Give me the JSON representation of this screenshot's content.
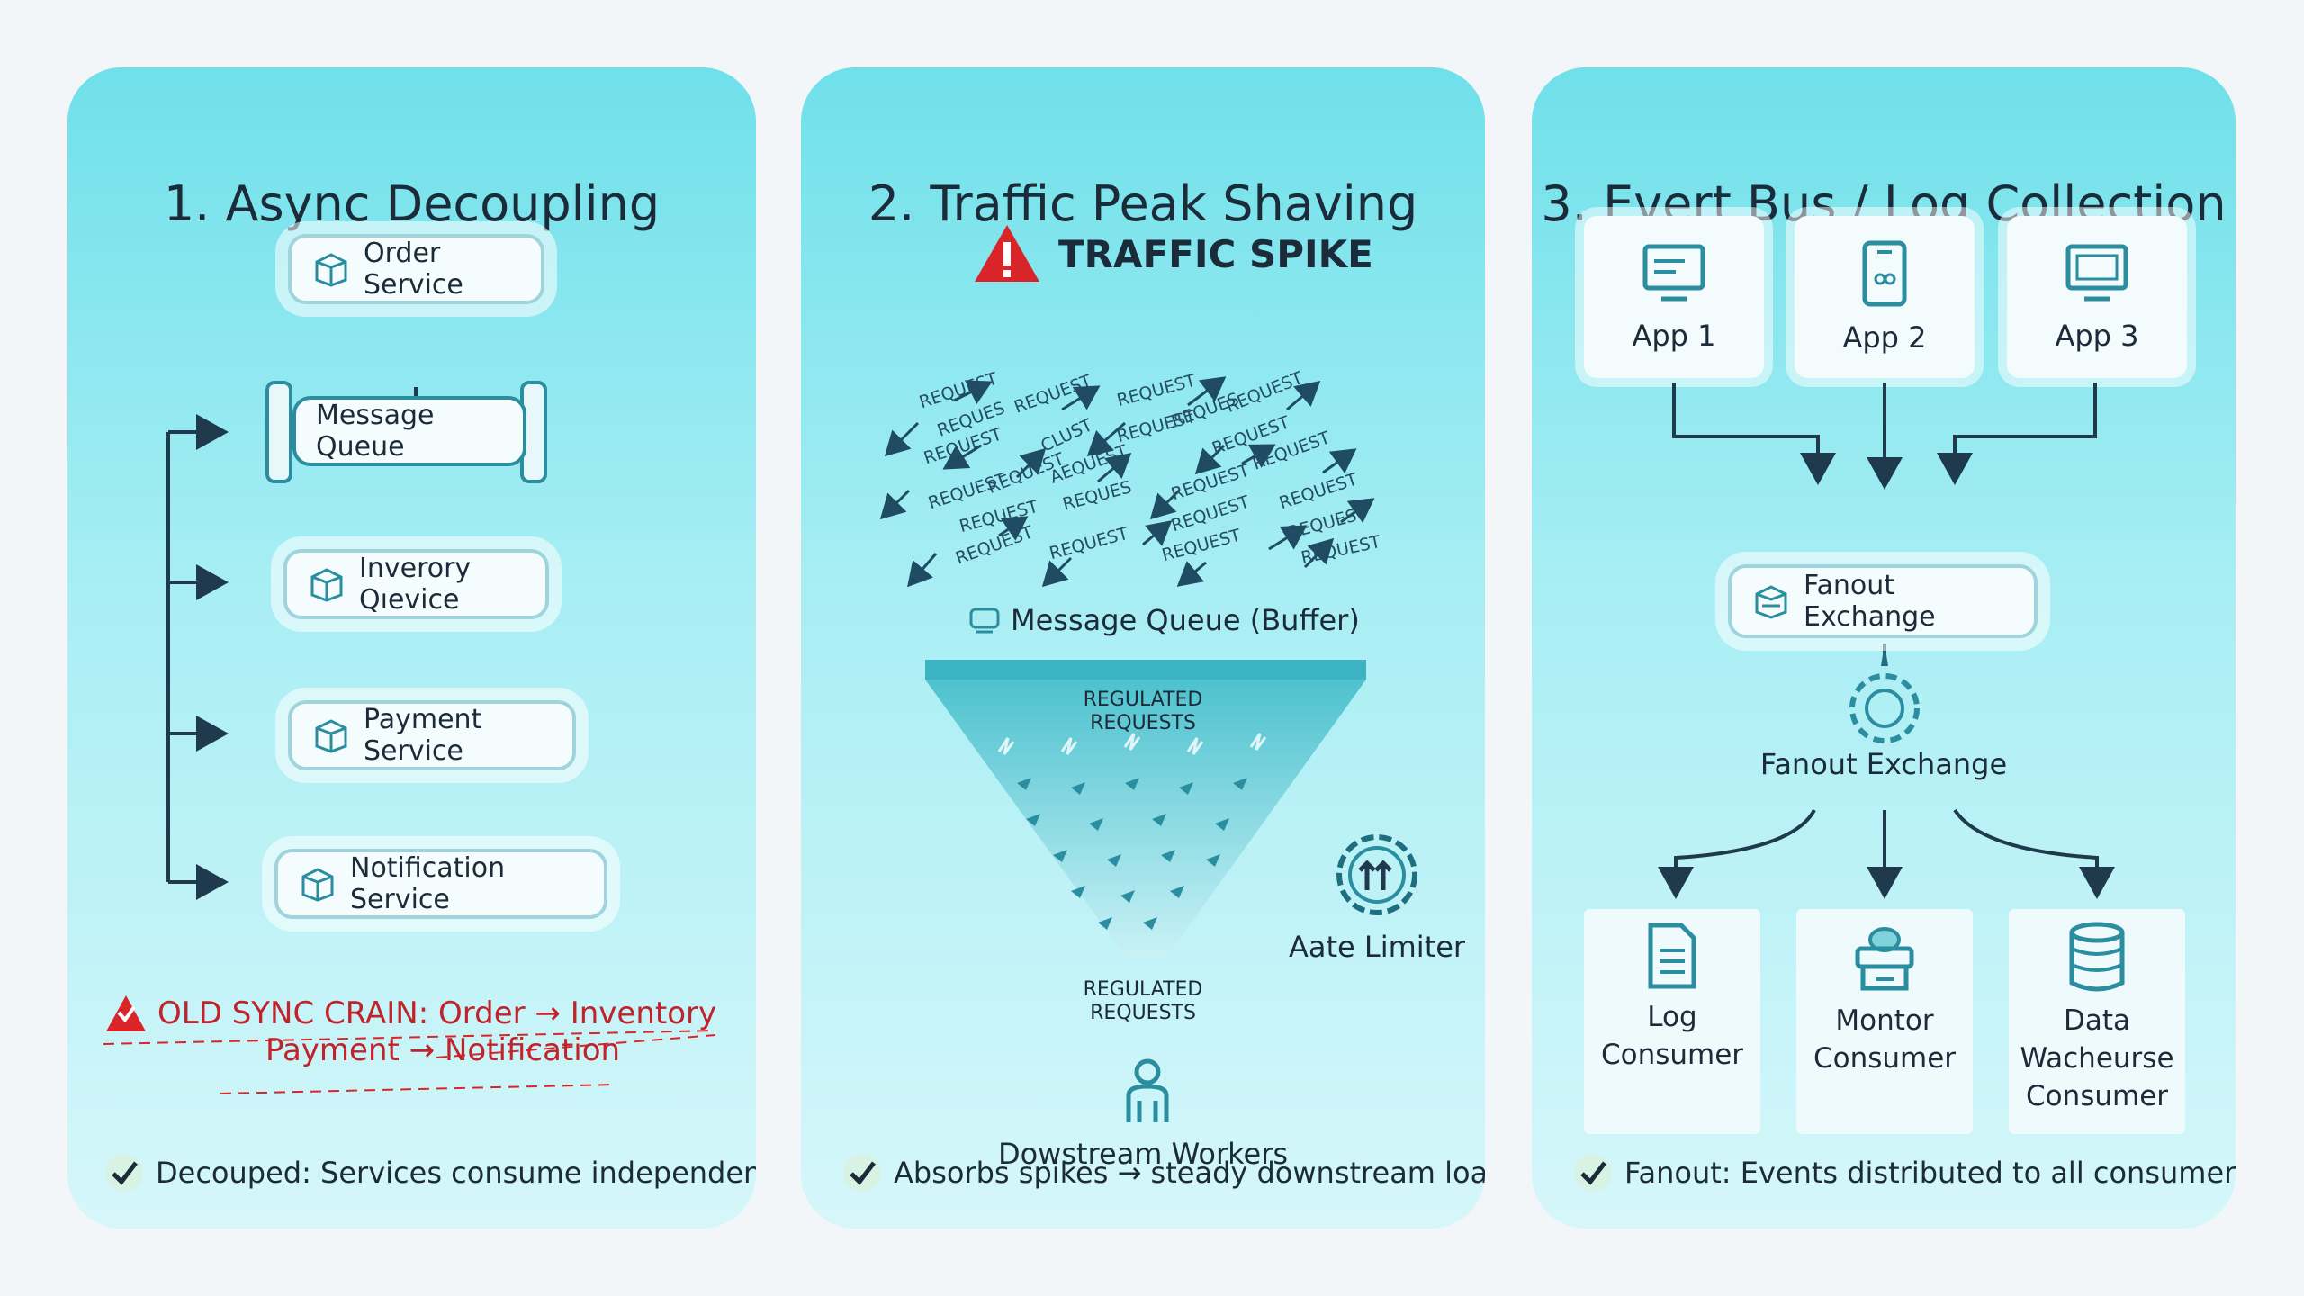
{
  "panel1": {
    "title": "1. Async Decoupling",
    "order_service": "Order Service",
    "message_queue": "Message Queue",
    "inventory_queue": "Inverory Qıevice",
    "payment_service": "Payment Service",
    "notification_service": "Notification Service",
    "old_sync_line1": "OLD SYNC CRAIN: Order → Inventory",
    "old_sync_line2": "Payment → Notification",
    "summary": "Decouped: Services consume independently"
  },
  "panel2": {
    "title": "2. Traffic Peak Shaving",
    "spike_label": "TRAFFIC SPIKE",
    "request_words": [
      "REQUEST",
      "REQUEST",
      "REQUEST",
      "REQUES",
      "REQUEST",
      "REQUEST",
      "CLUST",
      "REQUES",
      "REQUEST",
      "AEQUEST",
      "REQUEST",
      "REQUEST",
      "REQUEST",
      "REQUEST",
      "REQUES",
      "REQUEST",
      "REQUEST",
      "REQUEST",
      "REQUEST",
      "REQUEST",
      "REQUEST",
      "REQUEST",
      "REQUEST",
      "REQUEST"
    ],
    "buffer_label": "Message Queue (Buffer)",
    "regulated_top": "REGULATED\nREQUESTS",
    "regulated_bottom": "REGULATED\nREQUESTS",
    "rate_limiter": "Aate Limiter",
    "workers": "Dowstream Workers",
    "summary": "Absorbs spikes → steady downstream load"
  },
  "panel3": {
    "title": "3. Evert Bus / Log Collection",
    "apps": [
      "App 1",
      "App 2",
      "App 3"
    ],
    "fanout_box": "Fanout Exchange",
    "fanout_label": "Fanout Exchange",
    "consumers": [
      {
        "label": "Log\nConsumer",
        "icon": "document-icon"
      },
      {
        "label": "Montor\nConsumer",
        "icon": "monitor-icon"
      },
      {
        "label": "Data\nWacheurse\nConsumer",
        "icon": "database-icon"
      }
    ],
    "summary": "Fanout: Events distributed to all consumers"
  },
  "colors": {
    "arrow": "#1f3a4d",
    "teal": "#2b8ea0",
    "red": "#d9252a",
    "check": "#2a8a4a"
  }
}
